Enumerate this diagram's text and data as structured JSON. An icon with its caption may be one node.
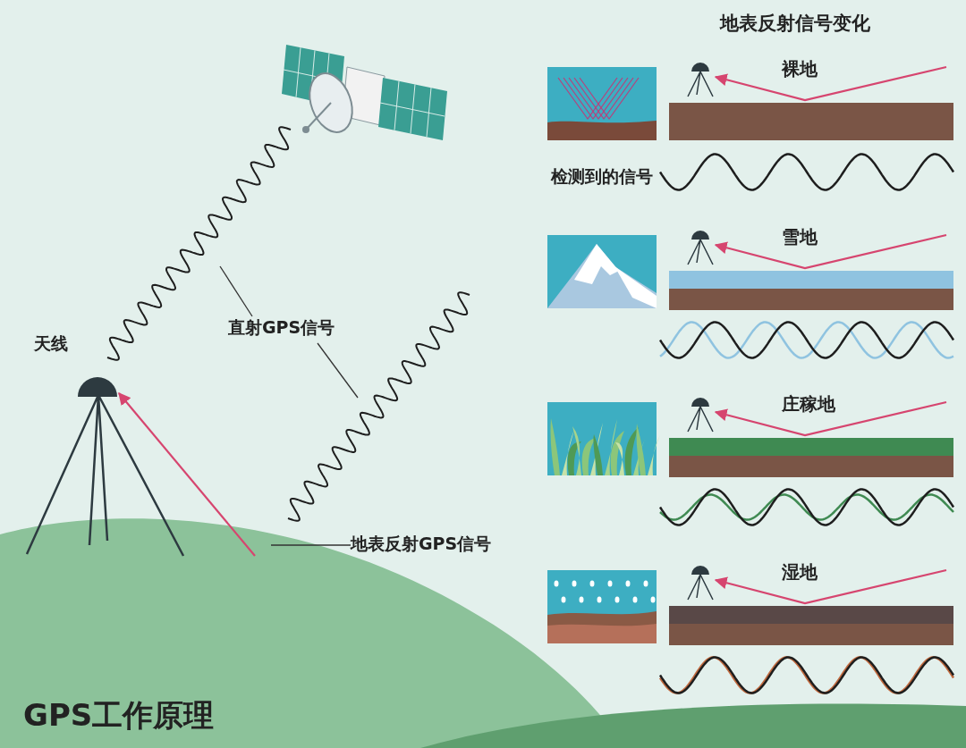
{
  "diagram": {
    "title": "GPS工作原理",
    "nodes": [
      {
        "text": [],
        "shape": "picture"
      },
      {
        "text": [
          "天线"
        ]
      },
      {
        "text": [
          "直射GPS信号"
        ]
      },
      {
        "text": [],
        "shape": "picture"
      },
      {
        "text": [],
        "shape": "picture"
      },
      {
        "text": [
          "地表反射GPS信号"
        ]
      },
      {
        "text": [],
        "shape": "picture"
      },
      {
        "text": [
          "裸地"
        ]
      },
      {
        "text": [],
        "shape": "picture"
      },
      {
        "text": [],
        "shape": "picture",
        "beside": [
          "检测到的信号"
        ]
      },
      {
        "text": [],
        "shape": "picture"
      },
      {
        "text": [
          "雪地"
        ]
      },
      {
        "text": [],
        "shape": "picture"
      },
      {
        "text": [],
        "shape": "picture"
      },
      {
        "text": [],
        "shape": "picture"
      },
      {
        "text": [
          "庄稼地"
        ]
      },
      {
        "text": [],
        "shape": "picture"
      },
      {
        "text": [],
        "shape": "picture"
      },
      {
        "text": [],
        "shape": "picture"
      },
      {
        "text": [
          "湿地"
        ]
      },
      {
        "text": [],
        "shape": "picture"
      },
      {
        "text": [],
        "shape": "picture"
      }
    ],
    "edges": [
      {
        "from": null,
        "to": 1,
        "arrow": "to",
        "color": "#d6456f"
      },
      {
        "from": 2,
        "to": 3,
        "arrow": "none",
        "color": "#333333"
      },
      {
        "from": 2,
        "to": 4,
        "arrow": "none",
        "color": "#333333"
      },
      {
        "from": 5,
        "to": null,
        "arrow": "none",
        "color": "#333333"
      },
      {
        "from": null,
        "to": 8,
        "arrow": "to",
        "color": "#d6456f"
      },
      {
        "from": null,
        "to": 12,
        "arrow": "to",
        "color": "#d6456f"
      },
      {
        "from": null,
        "to": 16,
        "arrow": "to",
        "color": "#d6456f"
      },
      {
        "from": null,
        "to": 20,
        "arrow": "to",
        "color": "#d6456f"
      }
    ],
    "labels": [
      "地表反射信号变化"
    ]
  }
}
